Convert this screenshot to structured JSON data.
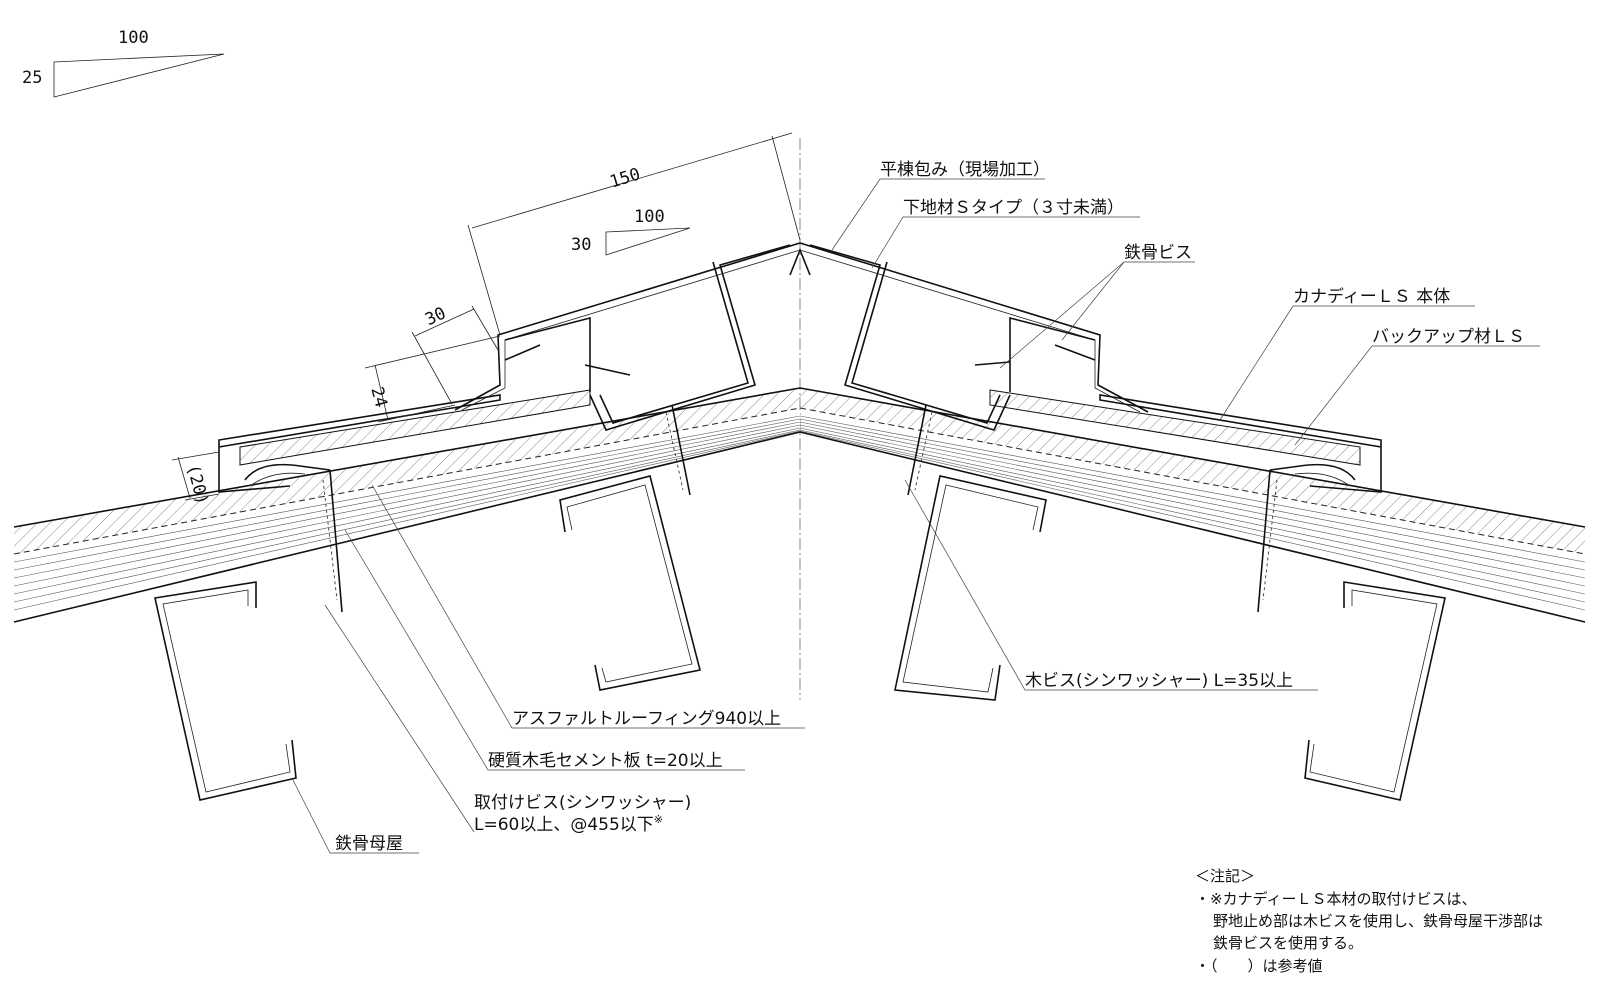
{
  "slope_ratios": [
    {
      "rise": "25",
      "run": "100"
    },
    {
      "rise": "30",
      "run": "100"
    }
  ],
  "dimensions": {
    "d150": "150",
    "d30": "30",
    "d24": "24",
    "d20": "(20)"
  },
  "labels": {
    "ridge_cover": "平棟包み（現場加工）",
    "base_s_type": "下地材Ｓタイプ（３寸未満）",
    "steel_screw": "鉄骨ビス",
    "canady_main": "カナディーＬＳ 本体",
    "backup": "バックアップ材ＬＳ",
    "wood_screw": "木ビス(シンワッシャー) L=35以上",
    "asphalt": "アスファルトルーフィング940以上",
    "cement_board": "硬質木毛セメント板 t=20以上",
    "fix_screw_1": "取付けビス(シンワッシャー)",
    "fix_screw_2": "L=60以上、@455以下",
    "fix_screw_mark": "※",
    "purlin": "鉄骨母屋"
  },
  "notes": {
    "heading": "＜注記＞",
    "line1": "・※カナディーＬＳ本材の取付けビスは、",
    "line2": "野地止め部は木ビスを使用し、鉄骨母屋干渉部は",
    "line3": "鉄骨ビスを使用する。",
    "line4": "・（　　）は参考値"
  }
}
